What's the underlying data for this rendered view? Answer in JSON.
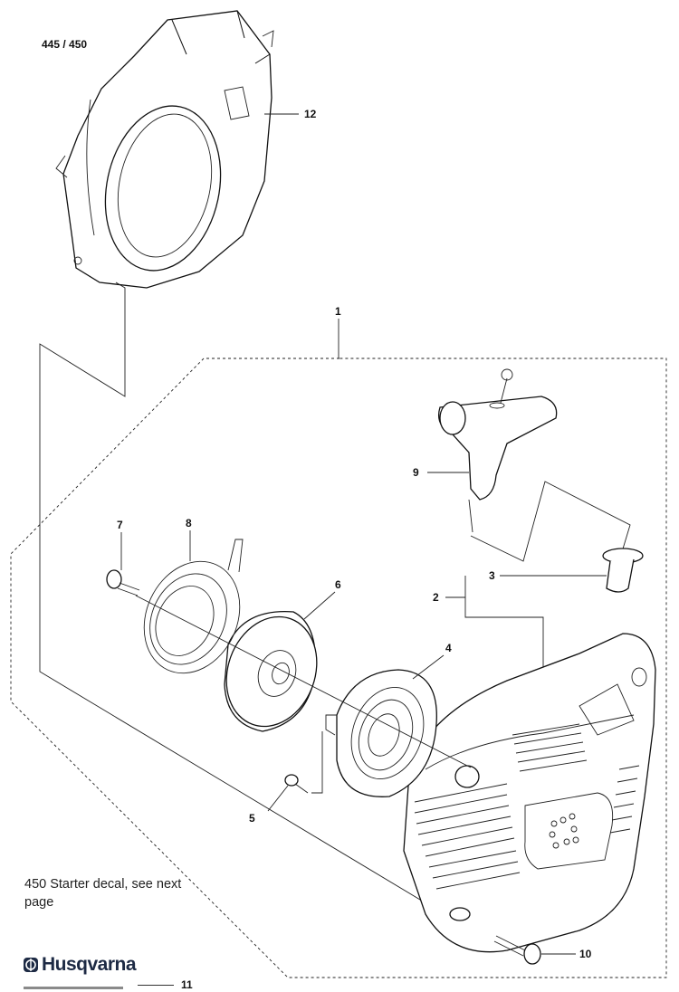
{
  "header": {
    "model": "445 / 450"
  },
  "note": {
    "text": "450 Starter decal, see next page"
  },
  "brand": {
    "name": "Husqvarna"
  },
  "callouts": [
    "1",
    "2",
    "3",
    "4",
    "5",
    "6",
    "7",
    "8",
    "9",
    "10",
    "11",
    "12"
  ],
  "colors": {
    "line": "#111111",
    "brand_text": "#1d2a44",
    "bar": "#8a8a8a"
  },
  "icons": {
    "logo": "husqvarna-crown-icon"
  }
}
